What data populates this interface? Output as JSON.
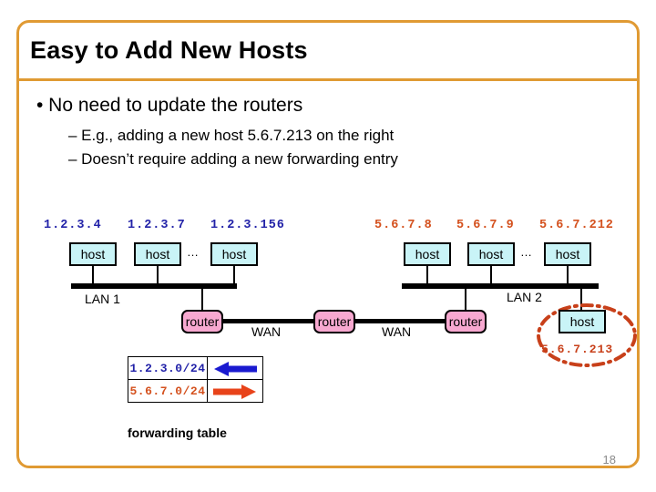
{
  "slide": {
    "title": "Easy to Add New Hosts",
    "page_number": "18",
    "frame_color": "#e09a33"
  },
  "bullets": {
    "level1": "• No need to update the routers",
    "level2_a": "– E.g., adding a new host 5.6.7.213 on the right",
    "level2_b": "– Doesn’t require adding a new forwarding entry"
  },
  "diagram": {
    "lan1": {
      "label": "LAN 1",
      "ip_label_color": "#2222a8",
      "ips": [
        "1.2.3.4",
        "1.2.3.7",
        "1.2.3.156"
      ],
      "hosts": [
        "host",
        "host",
        "host"
      ],
      "ellipsis": "…"
    },
    "lan2": {
      "label": "LAN 2",
      "ip_label_color": "#d4511e",
      "ips": [
        "5.6.7.8",
        "5.6.7.9",
        "5.6.7.212"
      ],
      "hosts": [
        "host",
        "host",
        "host"
      ],
      "ellipsis": "…"
    },
    "routers": [
      "router",
      "router",
      "router"
    ],
    "wan_labels": [
      "WAN",
      "WAN"
    ],
    "new_host": {
      "box_label": "host",
      "ip": "5.6.7.213",
      "highlight_color": "#c8401a"
    },
    "host_fill": "#c9f4f7",
    "router_fill": "#f7a8d0"
  },
  "forwarding_table": {
    "caption": "forwarding table",
    "rows": [
      {
        "prefix": "1.2.3.0/24",
        "direction": "left",
        "color": "#1a1ad0"
      },
      {
        "prefix": "5.6.7.0/24",
        "direction": "right",
        "color": "#e8431a"
      }
    ]
  }
}
